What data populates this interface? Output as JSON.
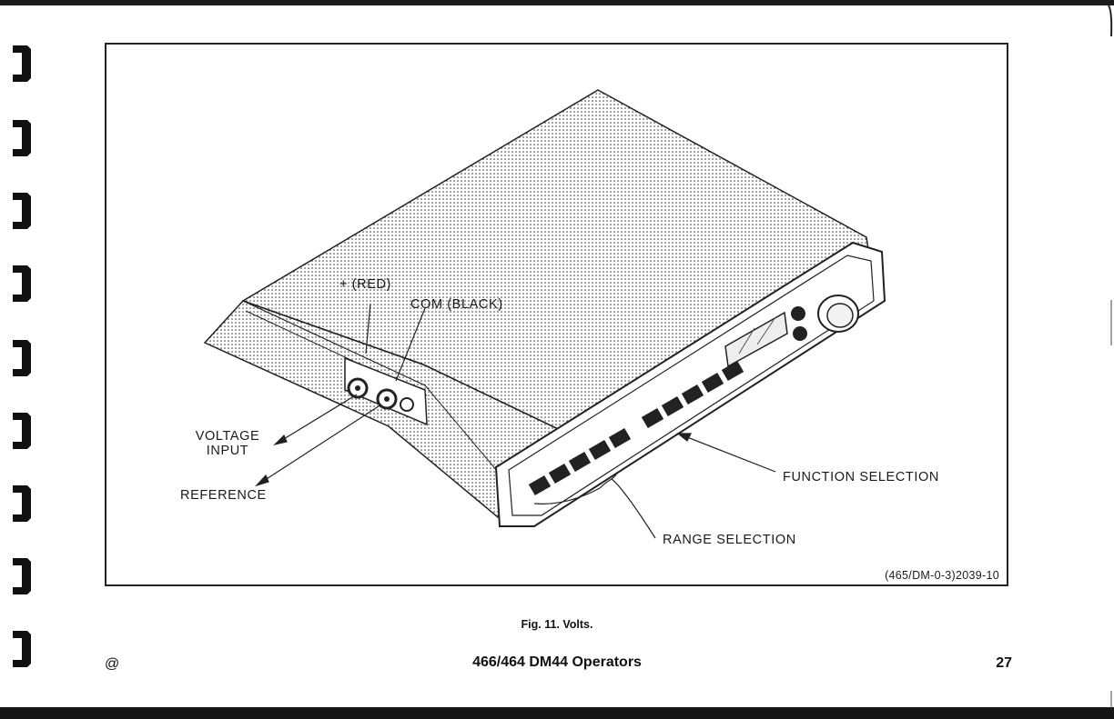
{
  "figure": {
    "labels": {
      "red": "+ (RED)",
      "black": "COM (BLACK)",
      "voltage_input_line1": "VOLTAGE",
      "voltage_input_line2": "INPUT",
      "reference": "REFERENCE",
      "function_selection": "FUNCTION SELECTION",
      "range_selection": "RANGE SELECTION"
    },
    "id": "(465/DM-0-3)2039-10"
  },
  "caption": "Fig. 11.  Volts.",
  "footer": {
    "symbol": "@",
    "title": "466/464 DM44 Operators",
    "page_number": "27"
  }
}
